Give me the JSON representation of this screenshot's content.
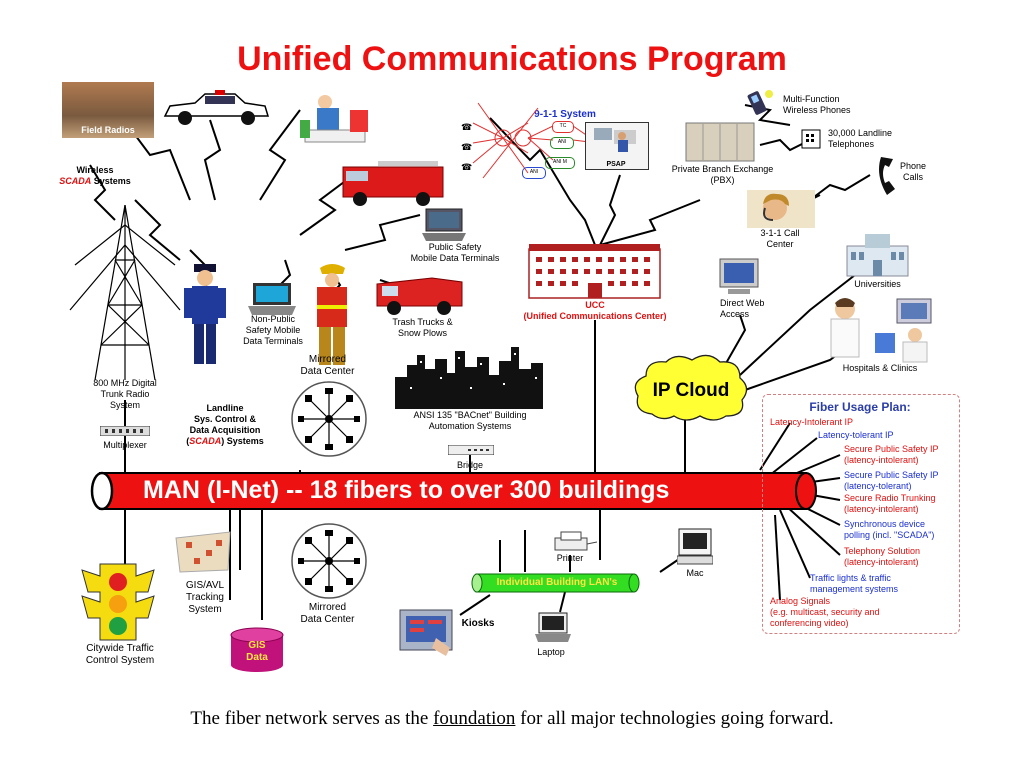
{
  "title": "Unified Communications Program",
  "caption": {
    "before": "The fiber network serves as the ",
    "underlined": "foundation",
    "after": " for all major technologies going forward."
  },
  "man_label": "MAN (I-Net) -- 18 fibers to over 300 buildings",
  "ip_cloud": "IP Cloud",
  "lan_label": "Individual Building LAN's",
  "labels": {
    "field_radios": "Field Radios",
    "wireless_scada_1": "Wireless",
    "wireless_scada_2": "SCADA",
    "wireless_scada_3": " Systems",
    "trunk_radio": "800 MHz Digital\nTrunk Radio\nSystem",
    "multiplexer": "Multiplexer",
    "landline_1": "Landline\nSys. Control &\nData Acquisition",
    "landline_2a": "(",
    "landline_2b": "SCADA",
    "landline_2c": ") Systems",
    "non_public": "Non-Public\nSafety Mobile\nData Terminals",
    "public_safety_mdt": "Public Safety\nMobile Data Terminals",
    "trash_trucks": "Trash Trucks &\nSnow Plows",
    "mirrored_dc_top": "Mirrored\nData Center",
    "mirrored_dc_bottom": "Mirrored\nData Center",
    "ansi": "ANSI 135 \"BACnet\" Building\nAutomation Systems",
    "bridge": "Bridge",
    "sys_911": "9-1-1 System",
    "psap": "PSAP",
    "ucc": "UCC\n(Unified Communications Center)",
    "pbx": "Private Branch Exchange\n(PBX)",
    "multi_function": "Multi-Function\nWireless Phones",
    "landline_tel": "30,000 Landline\nTelephones",
    "phone_calls": "Phone\nCalls",
    "call_center_311": "3-1-1 Call\nCenter",
    "universities": "Universities",
    "direct_web": "Direct Web\nAccess",
    "hospitals": "Hospitals & Clinics",
    "citywide_traffic": "Citywide Traffic\nControl System",
    "gis_avl": "GIS/AVL\nTracking\nSystem",
    "gis_data": "GIS\nData",
    "printer": "Printer",
    "mac": "Mac",
    "kiosks": "Kiosks",
    "laptop": "Laptop",
    "tc": "TC",
    "ani": "ANI",
    "ani_m": "ANI M",
    "ani2": "ANI"
  },
  "fiber_plan": {
    "title": "Fiber Usage Plan:",
    "items": [
      {
        "text": "Latency-Intolerant IP",
        "color": "red"
      },
      {
        "text": "Latency-tolerant IP",
        "color": "blue"
      },
      {
        "text": "Secure Public Safety IP\n(latency-intolerant)",
        "color": "red"
      },
      {
        "text": "Secure Public Safety IP\n(latency-tolerant)",
        "color": "blue"
      },
      {
        "text": "Secure Radio Trunking\n(latency-intolerant)",
        "color": "red"
      },
      {
        "text": "Synchronous device\npolling (incl. \"SCADA\")",
        "color": "blue"
      },
      {
        "text": "Telephony Solution\n(latency-intolerant)",
        "color": "red"
      },
      {
        "text": "Traffic lights & traffic\nmanagement systems",
        "color": "blue"
      },
      {
        "text": "Analog Signals\n(e.g. multicast, security and\nconferencing video)",
        "color": "red"
      }
    ]
  },
  "colors": {
    "title": "#ee1111",
    "pipe": "#ee1111",
    "cloud": "#ffff33",
    "lan": "#33dd22",
    "red_text": "#e01010",
    "blue_text": "#1a2fd0"
  },
  "icons": [
    "police-car-icon",
    "ambulance-icon",
    "fire-truck-icon",
    "laptop-icon",
    "police-officer-icon",
    "firefighter-icon",
    "trash-truck-icon",
    "radio-tower-icon",
    "server-icon",
    "phone-icon",
    "traffic-light-icon",
    "database-icon",
    "kiosk-icon",
    "printer-icon",
    "computer-icon",
    "hospital-icon",
    "university-icon",
    "headset-icon"
  ]
}
